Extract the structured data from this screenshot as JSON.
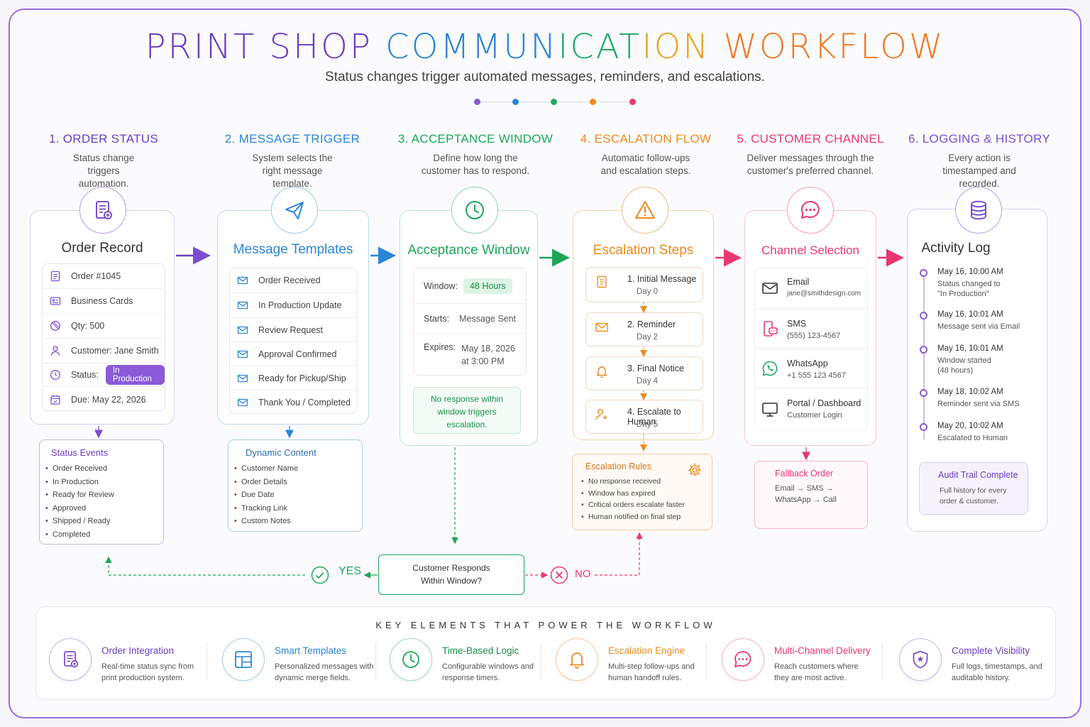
{
  "title": {
    "part1": "PRINT SHOP ",
    "part2": "COMMUN",
    "part3": "ICAT",
    "part4": "ION ",
    "part5": "WORKFLOW"
  },
  "subtitle": "Status changes trigger automated messages, reminders, and escalations.",
  "colors": {
    "purple": "#7b4fd0",
    "blue": "#2b86d9",
    "green": "#1ea65a",
    "orange": "#ef8a1c",
    "pink": "#e8386f"
  },
  "columns": [
    {
      "heading": "1. ORDER STATUS",
      "desc": "Status change triggers automation.",
      "card_title": "Order Record"
    },
    {
      "heading": "2. MESSAGE TRIGGER",
      "desc": "System selects the right message template.",
      "card_title": "Message Templates"
    },
    {
      "heading": "3. ACCEPTANCE WINDOW",
      "desc": "Define how long the customer has to respond.",
      "card_title": "Acceptance Window"
    },
    {
      "heading": "4. ESCALATION FLOW",
      "desc": "Automatic follow-ups and escalation steps.",
      "card_title": "Escalation Steps"
    },
    {
      "heading": "5. CUSTOMER CHANNEL",
      "desc": "Deliver messages through the customer's preferred channel.",
      "card_title": "Channel Selection"
    },
    {
      "heading": "6. LOGGING & HISTORY",
      "desc": "Every action is timestamped and recorded.",
      "card_title": "Activity Log"
    }
  ],
  "order": {
    "order_no": "Order #1045",
    "product": "Business Cards",
    "qty": "Qty: 500",
    "customer": "Customer: Jane Smith",
    "status_label": "Status:",
    "status_value": "In Production",
    "due": "Due:  May 22, 2026"
  },
  "status_events": {
    "title": "Status Events",
    "items": [
      "Order Received",
      "In Production",
      "Ready for Review",
      "Approved",
      "Shipped / Ready",
      "Completed"
    ]
  },
  "templates": [
    "Order Received",
    "In Production Update",
    "Review Request",
    "Approval Confirmed",
    "Ready for Pickup/Ship",
    "Thank You / Completed"
  ],
  "dynamic": {
    "title": "Dynamic Content",
    "items": [
      "Customer Name",
      "Order Details",
      "Due Date",
      "Tracking Link",
      "Custom Notes"
    ]
  },
  "window": {
    "window_label": "Window:",
    "window_value": "48 Hours",
    "starts_label": "Starts:",
    "starts_value": "Message Sent",
    "expires_label": "Expires:",
    "expires_value1": "May 18, 2026",
    "expires_value2": "at 3:00 PM",
    "note": "No response within window triggers escalation."
  },
  "steps": [
    {
      "title": "1. Initial Message",
      "day": "Day 0"
    },
    {
      "title": "2. Reminder",
      "day": "Day 2"
    },
    {
      "title": "3. Final Notice",
      "day": "Day 4"
    },
    {
      "title": "4. Escalate to Human",
      "day": "Day 5"
    }
  ],
  "rules": {
    "title": "Escalation Rules",
    "items": [
      "No response received",
      "Window has expired",
      "Critical orders escalate faster",
      "Human notified on final step"
    ]
  },
  "channels": [
    {
      "name": "Email",
      "detail": "jane@smithdesign.com"
    },
    {
      "name": "SMS",
      "detail": "(555) 123-4567"
    },
    {
      "name": "WhatsApp",
      "detail": "+1 555 123 4567"
    },
    {
      "name": "Portal / Dashboard",
      "detail": "Customer Login"
    }
  ],
  "fallback": {
    "title": "Fallback Order",
    "line1": "Email → SMS →",
    "line2": "WhatsApp → Call"
  },
  "log": [
    {
      "time": "May 16, 10:00 AM",
      "text1": "Status changed to",
      "text2": "\"In Production\""
    },
    {
      "time": "May 16, 10:01 AM",
      "text1": "Message sent via Email",
      "text2": ""
    },
    {
      "time": "May 16, 10:01 AM",
      "text1": "Window started",
      "text2": "(48 hours)"
    },
    {
      "time": "May 18, 10:02 AM",
      "text1": "Reminder sent via SMS",
      "text2": ""
    },
    {
      "time": "May 20, 10:02 AM",
      "text1": "Escalated to Human",
      "text2": ""
    }
  ],
  "audit": {
    "title": "Audit Trail Complete",
    "line1": "Full history for every",
    "line2": "order & customer."
  },
  "decision": {
    "line1": "Customer Responds",
    "line2": "Within Window?",
    "yes": "YES",
    "no": "NO"
  },
  "key": {
    "heading": "KEY ELEMENTS THAT POWER THE WORKFLOW",
    "items": [
      {
        "title": "Order Integration",
        "desc": "Real-time status sync from print production system.",
        "icon": "order-icon"
      },
      {
        "title": "Smart Templates",
        "desc": "Personalized messages with dynamic merge fields.",
        "icon": "template-icon"
      },
      {
        "title": "Time-Based Logic",
        "desc": "Configurable windows and response timers.",
        "icon": "clock-icon"
      },
      {
        "title": "Escalation Engine",
        "desc": "Multi-step follow-ups and human handoff rules.",
        "icon": "bell-icon"
      },
      {
        "title": "Multi-Channel Delivery",
        "desc": "Reach customers where they are most active.",
        "icon": "chat-icon"
      },
      {
        "title": "Complete Visibility",
        "desc": "Full logs, timestamps, and auditable history.",
        "icon": "shield-icon"
      }
    ]
  }
}
